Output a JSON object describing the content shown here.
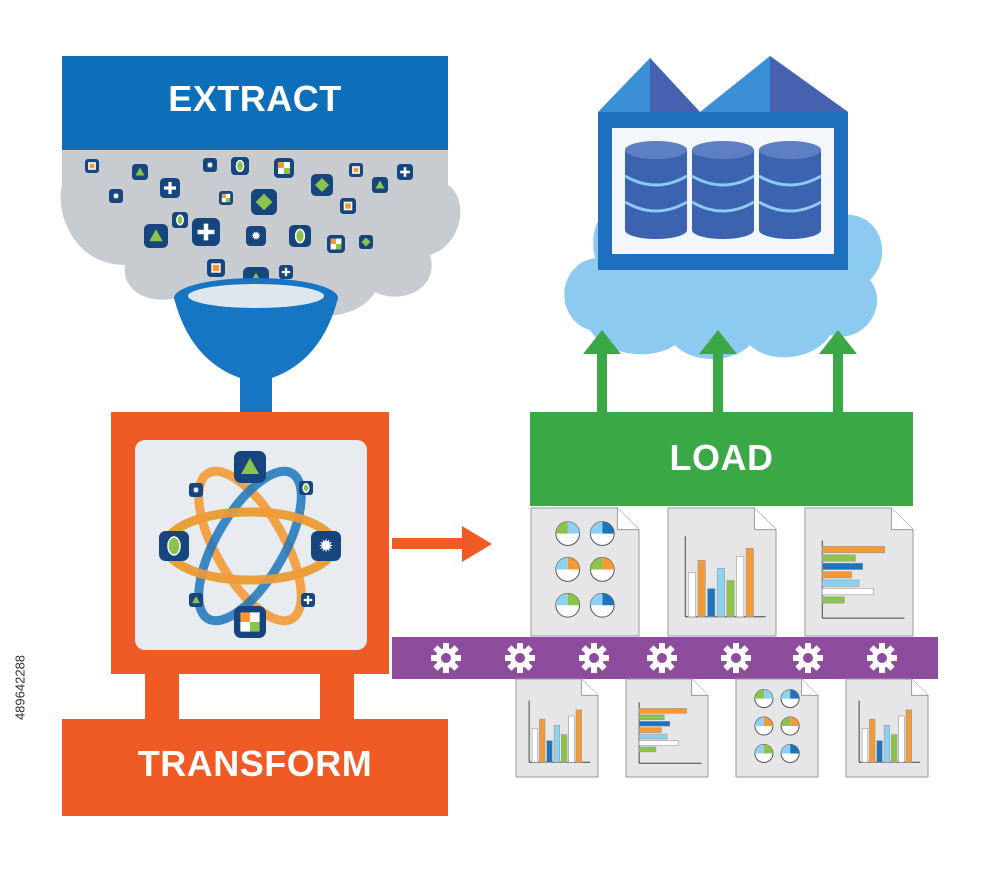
{
  "labels": {
    "extract": "EXTRACT",
    "transform": "TRANSFORM",
    "load": "LOAD"
  },
  "stock_id": "489642288",
  "colors": {
    "extract_blue": "#0d6fba",
    "funnel_blue": "#1676c4",
    "cloud_grey": "#c8cbd0",
    "transform_orange": "#f05a24",
    "load_green": "#39a845",
    "conveyor_purple": "#8e4d9c",
    "cloud_light_blue": "#8ccaf0",
    "warehouse_blue": "#1e6fbd",
    "database_blue": "#3b63b0",
    "chart_orange": "#f39a36",
    "chart_green": "#8cc34a",
    "chart_blue": "#1c75bc",
    "chart_light_blue": "#8dd0f0"
  },
  "icons": {
    "extract_items": [
      "square-tile-icon",
      "triangle-tile-icon",
      "plus-tile-icon",
      "star-tile-icon",
      "oval-tile-icon",
      "checker-tile-icon",
      "diamond-tile-icon"
    ],
    "atom_items": [
      "triangle-tile-icon",
      "oval-tile-icon",
      "star-tile-icon",
      "checker-tile-icon"
    ],
    "documents_top": [
      "pie-chart-document-icon",
      "bar-chart-document-icon",
      "horizontal-bar-document-icon"
    ],
    "documents_bottom": [
      "bar-chart-document-icon",
      "horizontal-bar-document-icon",
      "pie-chart-document-icon",
      "bar-chart-document-icon"
    ]
  }
}
